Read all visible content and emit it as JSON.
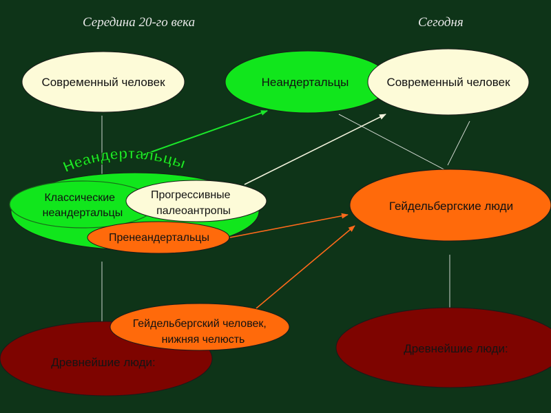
{
  "headings": {
    "left": "Середина 20-го века",
    "right": "Сегодня"
  },
  "nodes": {
    "modern_left": "Современный человек",
    "neanderthals_right": "Неандертальцы",
    "modern_right": "Современный человек",
    "neanderthals_arc": "Неандертальцы",
    "classic": [
      "Классические",
      "неандертальцы"
    ],
    "progressive": [
      "Прогрессивные",
      "палеоантропы"
    ],
    "preneanderthals": "Пренеандертальцы",
    "heidelberg_people": "Гейдельбергские люди",
    "heidelberg_man": [
      "Гейдельбергский человек,",
      "нижняя челюсть"
    ],
    "ancient_left": "Древнейшие люди:",
    "ancient_right": "Древнейшие люди:"
  },
  "colors": {
    "background": "#0e3418",
    "cream": "#fdfbd8",
    "green": "#11e61c",
    "orange": "#ff6a0b",
    "maroon": "#7e0400",
    "arrow_green": "#1be82a",
    "arrow_orange": "#ff6a1b",
    "arrow_white": "#f2f2dd"
  }
}
